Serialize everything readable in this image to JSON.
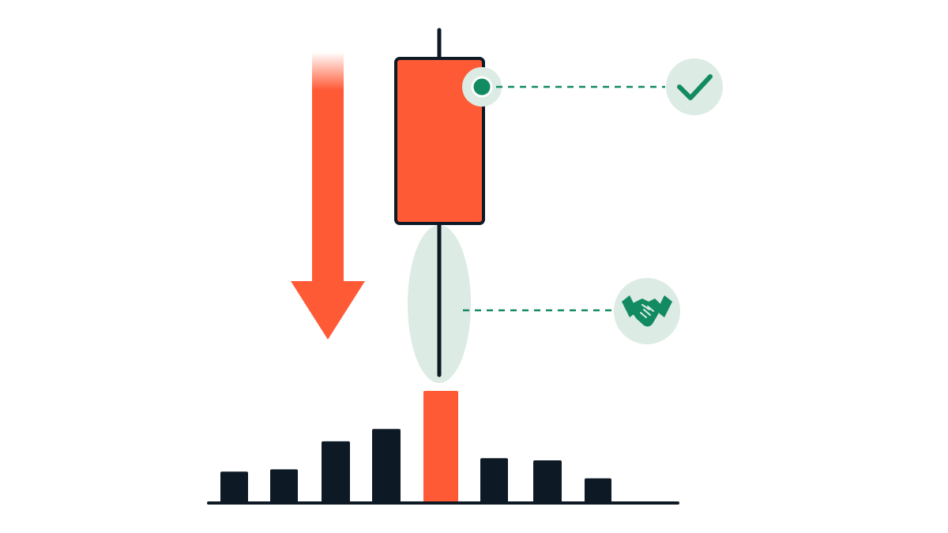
{
  "colors": {
    "bearish": "#FF5A36",
    "ink": "#0D1A26",
    "accent": "#128A62",
    "highlight": "#DCEBE4",
    "background": "#FFFFFF"
  },
  "trend": {
    "direction": "down",
    "icon": "down-arrow-icon"
  },
  "candle": {
    "type": "bearish",
    "shape": "long-lower-shadow"
  },
  "callouts": [
    {
      "target": "open-price",
      "icon": "checkmark-icon"
    },
    {
      "target": "lower-shadow",
      "icon": "handshake-icon"
    }
  ],
  "volume": {
    "bars": [
      0.28,
      0.3,
      0.55,
      0.66,
      1.0,
      0.4,
      0.38,
      0.22
    ],
    "highlight_index": 4
  }
}
